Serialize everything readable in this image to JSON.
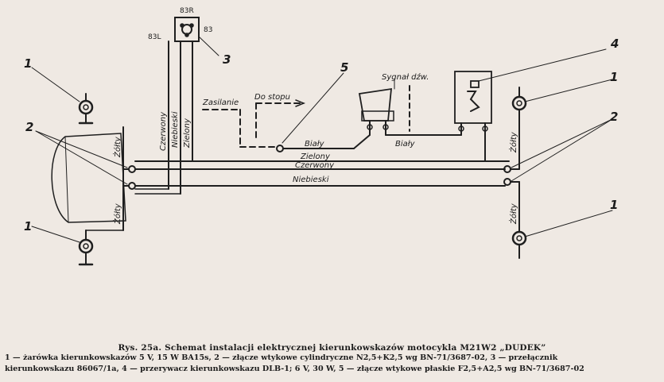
{
  "labels": {
    "n1_top_left": "1",
    "n2_left": "2",
    "n1_bottom_left": "1",
    "n3": "3",
    "n4": "4",
    "n5": "5",
    "n1_top_right": "1",
    "n2_right": "2",
    "n1_bottom_right": "1",
    "sw_83r": "83R",
    "sw_83l": "83L",
    "sw_83": "83",
    "zasilanie": "Zasilanie",
    "do_stopu": "Do stopu",
    "sygnal": "Sygnał dźw.",
    "wire_bialy1": "Biały",
    "wire_bialy2": "Biały",
    "wire_zielony_h": "Zielony",
    "wire_czerwony_h": "Czerwony",
    "wire_niebieski_h": "Niebieski",
    "wire_czerwony_v": "Czerwony",
    "wire_niebieski_v": "Niebieski",
    "wire_zielony_v": "Zielony",
    "zolty_l1": "Żółty",
    "zolty_l2": "Żółty",
    "zolty_r1": "Żółty",
    "zolty_r2": "Żółty"
  },
  "caption": {
    "title": "Rys. 25a. Schemat instalacji elektrycznej kierunkowskazów motocykla M21W2 „DUDEK”",
    "line1": "1 — żarówka kierunkowskazów 5 V, 15 W BA15s, 2 — złącze wtykowe cylindryczne N2,5+K2,5 wg BN-71/3687-02, 3 — przełącznik",
    "line2": "kierunkowskazu 86067/1a, 4 — przerywacz kierunkowskazu DLB-1; 6 V, 30 W, 5 — złącze wtykowe płaskie F2,5+A2,5 wg BN-71/3687-02"
  }
}
